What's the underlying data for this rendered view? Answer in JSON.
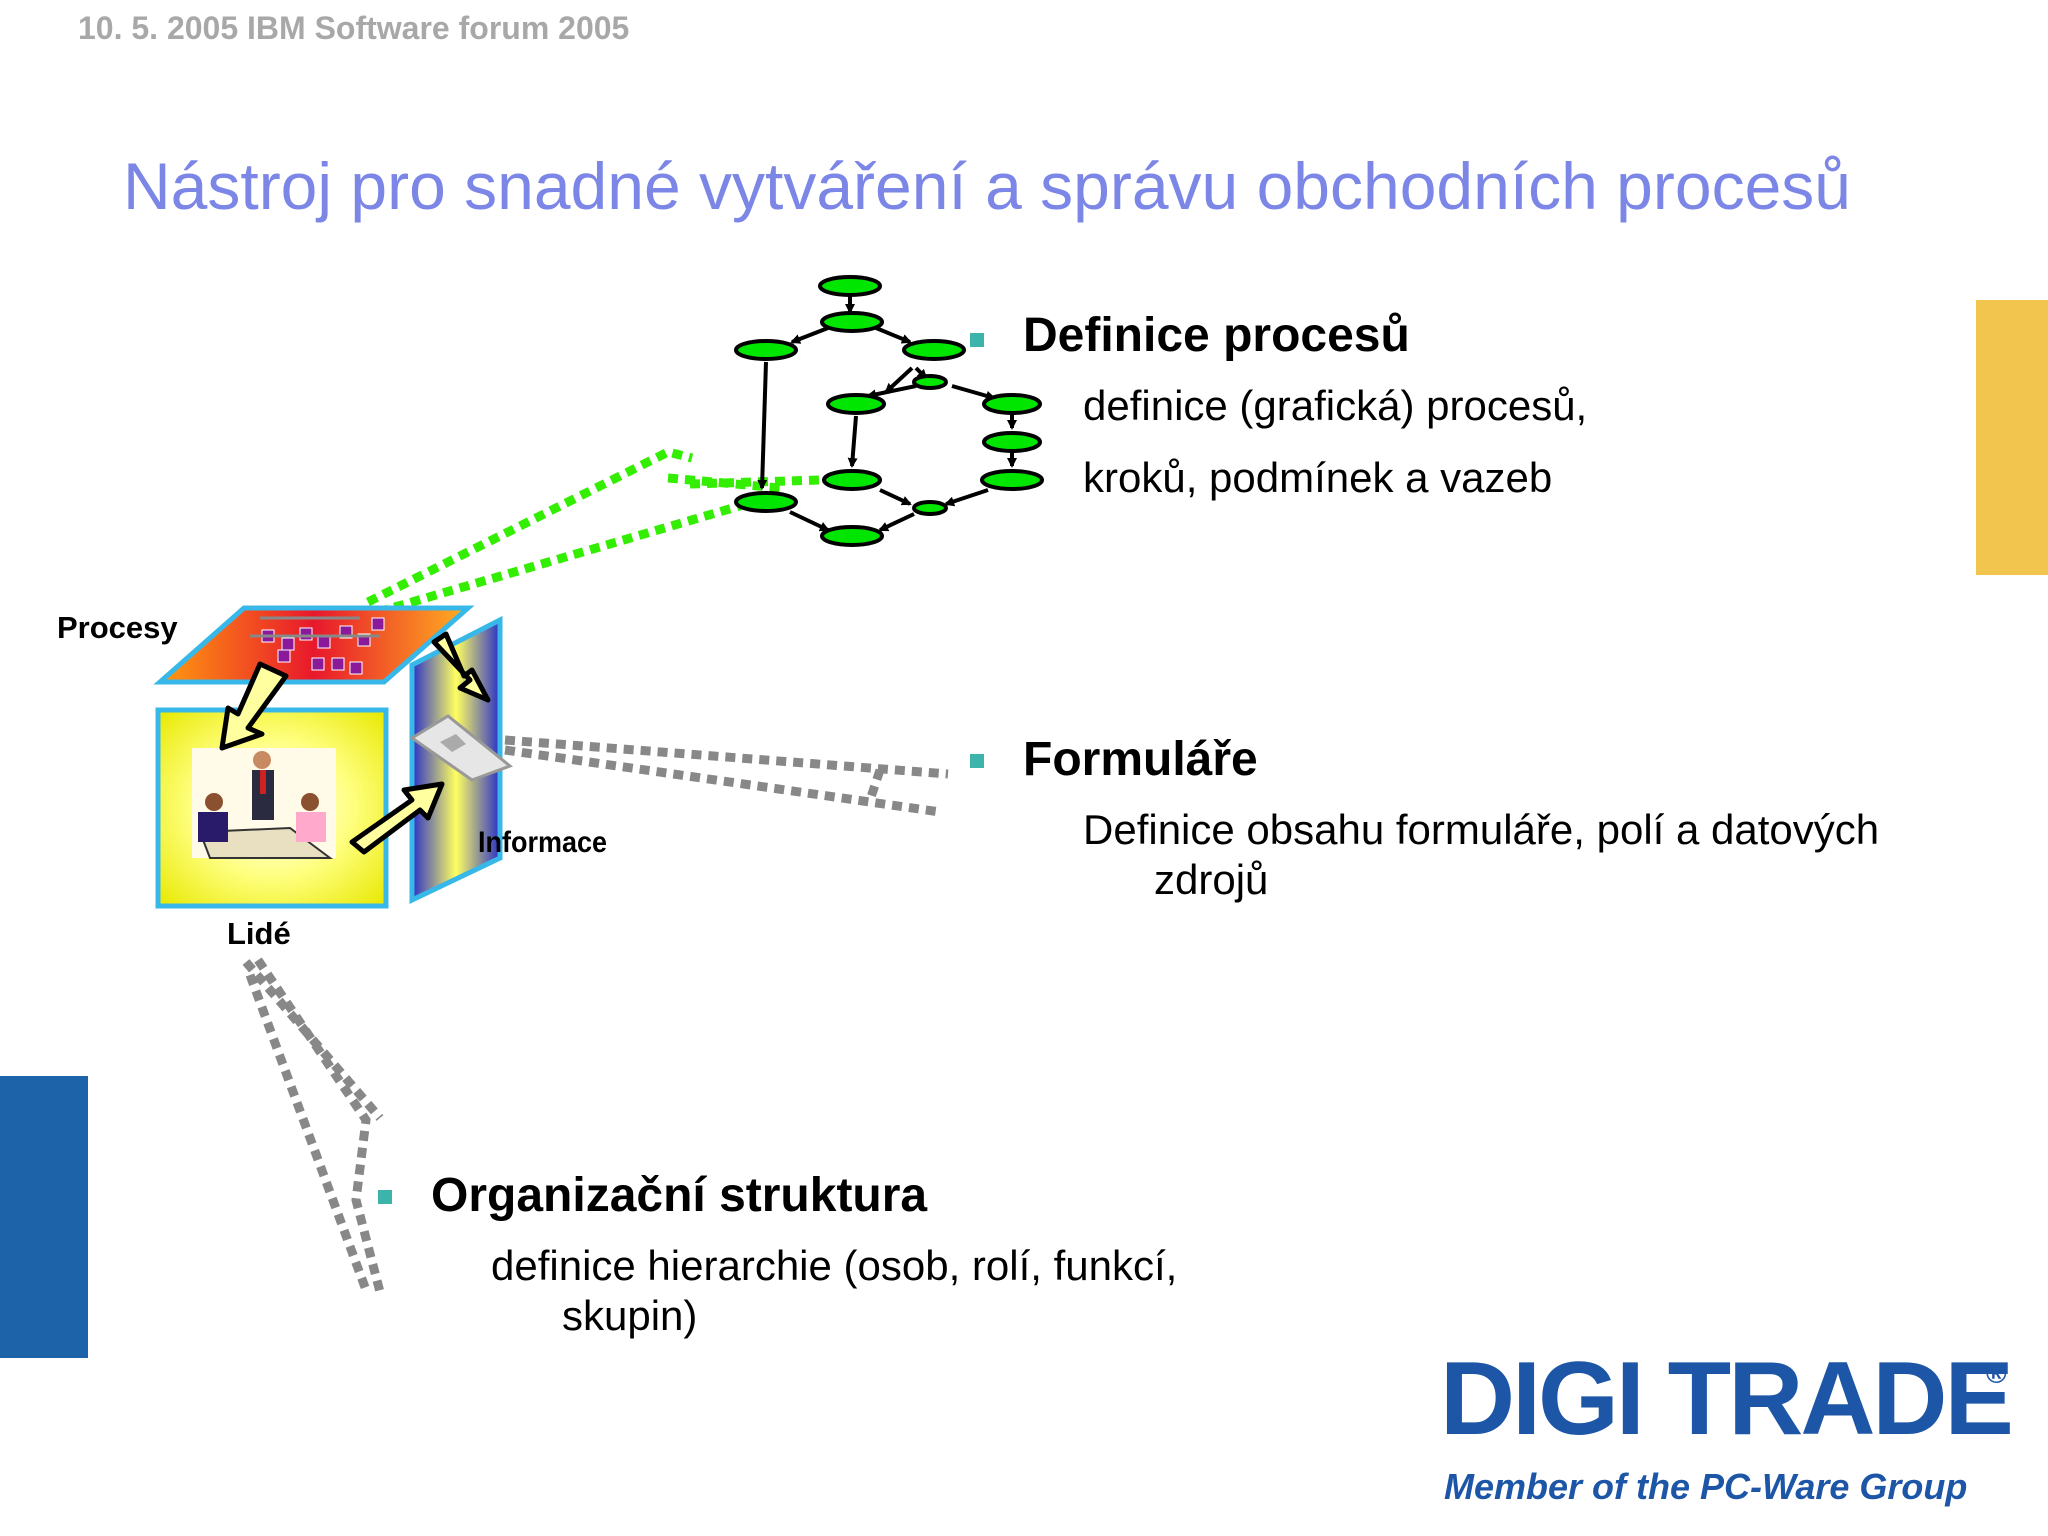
{
  "header": {
    "text": "10. 5. 2005 IBM Software forum 2005"
  },
  "title": "Nástroj pro snadné vytváření a správu obchodních procesů",
  "sections": {
    "definice": {
      "heading": "Definice procesů",
      "line1": "definice (grafická) procesů,",
      "line2": "kroků, podmínek a vazeb"
    },
    "formulare": {
      "heading": "Formuláře",
      "line1": "Definice obsahu formuláře, polí a datových",
      "line2": "zdrojů"
    },
    "organizace": {
      "heading": "Organizační struktura",
      "line1": "definice hierarchie (osob, rolí, funkcí,",
      "line2": "skupin)"
    }
  },
  "cube": {
    "procesy": "Procesy",
    "informace": "Informace",
    "lide": "Lidé"
  },
  "logo": {
    "name": "DIGI TRADE",
    "registered": "®",
    "tagline": "Member of the PC-Ware Group"
  },
  "colors": {
    "title": "#7b86e6",
    "bullet": "#3cb4aa",
    "logo": "#1d56a7",
    "side_yellow": "#f2c64e",
    "side_blue": "#1c63aa",
    "graph_node": "#00e600",
    "green_connector": "#33ee00",
    "gray_connector": "#888888"
  }
}
